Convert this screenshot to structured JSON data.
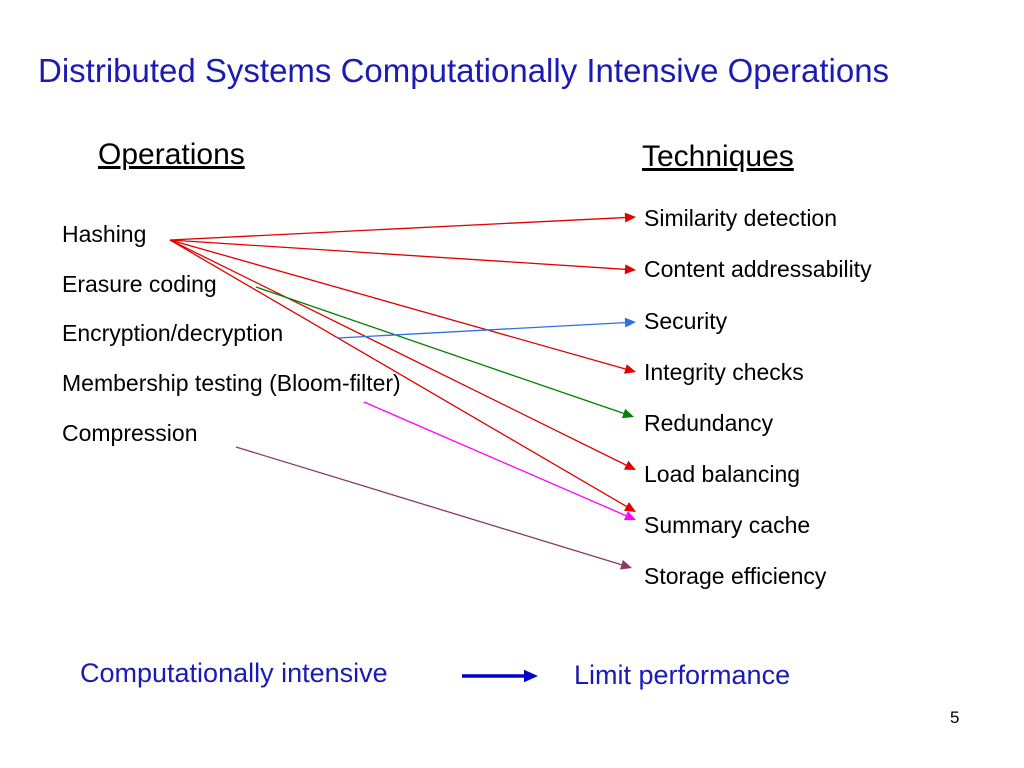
{
  "slide": {
    "title": "Distributed Systems Computationally Intensive Operations",
    "page_number": "5"
  },
  "operations": {
    "heading": "Operations",
    "items": [
      "Hashing",
      "Erasure coding",
      "Encryption/decryption",
      "Membership testing (Bloom-filter)",
      "Compression"
    ]
  },
  "techniques": {
    "heading": "Techniques",
    "items": [
      "Similarity detection",
      "Content addressability",
      "Security",
      "Integrity checks",
      "Redundancy",
      "Load balancing",
      "Summary cache",
      "Storage efficiency"
    ]
  },
  "legend": {
    "left": "Computationally intensive",
    "right": "Limit performance",
    "arrow_color": "#0000cc"
  },
  "links": [
    {
      "from": "Hashing",
      "to": "Similarity detection",
      "color": "#e00000"
    },
    {
      "from": "Hashing",
      "to": "Content addressability",
      "color": "#e00000"
    },
    {
      "from": "Hashing",
      "to": "Integrity checks",
      "color": "#e00000"
    },
    {
      "from": "Hashing",
      "to": "Load balancing",
      "color": "#e00000"
    },
    {
      "from": "Hashing",
      "to": "Summary cache",
      "color": "#e00000"
    },
    {
      "from": "Erasure coding",
      "to": "Redundancy",
      "color": "#008000"
    },
    {
      "from": "Encryption/decryption",
      "to": "Security",
      "color": "#3070e0"
    },
    {
      "from": "Membership testing (Bloom-filter)",
      "to": "Summary cache",
      "color": "#ff00ff"
    },
    {
      "from": "Compression",
      "to": "Storage efficiency",
      "color": "#8b3a62"
    }
  ]
}
